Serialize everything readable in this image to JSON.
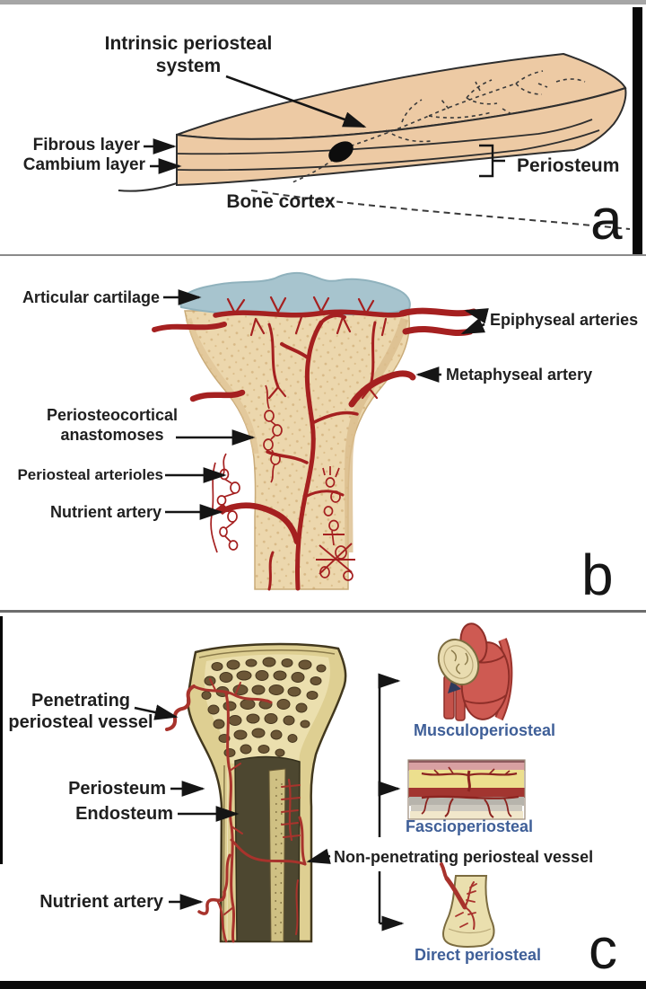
{
  "figure": {
    "colors": {
      "vessel_red": "#a52020",
      "slab_tan": "#edcaa4",
      "bone_tan": "#ecd7ad",
      "cartilage_blue": "#a7c4ce",
      "cortex_yellow": "#decf92",
      "trabecula_brown": "#6b5636",
      "medullary_dark": "#4d4730",
      "label_dark": "#1f1f1f",
      "label_blue": "#3f5f98",
      "top_bar": "#a6a6a6",
      "bottom_bar": "#0b0b0b"
    },
    "panel_a": {
      "letter": "a",
      "labels": {
        "intrinsic_system": "Intrinsic periosteal\nsystem",
        "fibrous_layer": "Fibrous layer",
        "cambium_layer": "Cambium layer",
        "bone_cortex": "Bone cortex",
        "periosteum": "Periosteum"
      }
    },
    "panel_b": {
      "letter": "b",
      "labels": {
        "articular_cartilage": "Articular cartilage",
        "epiphyseal_arteries": "Epiphyseal arteries",
        "metaphyseal_artery": "Metaphyseal artery",
        "periosteocortical_anastomoses": "Periosteocortical\nanastomoses",
        "periosteal_arterioles": "Periosteal arterioles",
        "nutrient_artery": "Nutrient artery"
      }
    },
    "panel_c": {
      "letter": "c",
      "labels": {
        "penetrating_periosteal_vessel": "Penetrating\nperiosteal vessel",
        "periosteum": "Periosteum",
        "endosteum": "Endosteum",
        "nutrient_artery": "Nutrient artery",
        "non_penetrating_periosteal_vessel": "Non-penetrating periosteal vessel",
        "musculoperiosteal": "Musculoperiosteal",
        "fascioperiosteal": "Fascioperiosteal",
        "direct_periosteal": "Direct periosteal"
      }
    }
  }
}
